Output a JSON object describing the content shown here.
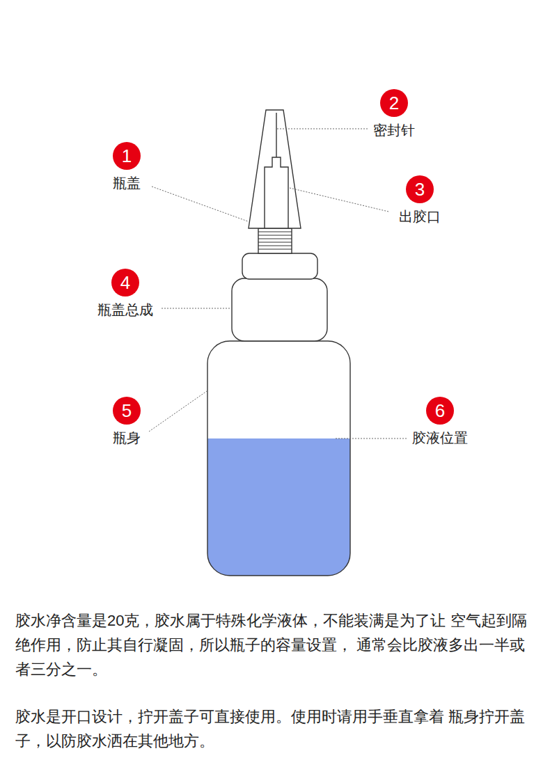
{
  "diagram": {
    "nodes": [
      {
        "text": [
          "1",
          "瓶盖"
        ]
      },
      {
        "text": [
          "2",
          "密封针"
        ]
      },
      {
        "text": [
          "3",
          "出胶口"
        ]
      },
      {
        "text": [
          "4",
          "瓶盖总成"
        ]
      },
      {
        "text": [
          "5",
          "瓶身"
        ]
      },
      {
        "text": [
          "6",
          "胶液位置"
        ]
      }
    ],
    "labels": [
      "胶水净含量是20克，胶水属于特殊化学液体，不能装满是为了让 空气起到隔绝作用，防止其自行凝固，所以瓶子的容量设置， 通常会比胶液多出一半或者三分之一。",
      "胶水是开口设计，拧开盖子可直接使用。使用时请用手垂直拿着 瓶身拧开盖子，以防胶水洒在其他地方。"
    ]
  }
}
